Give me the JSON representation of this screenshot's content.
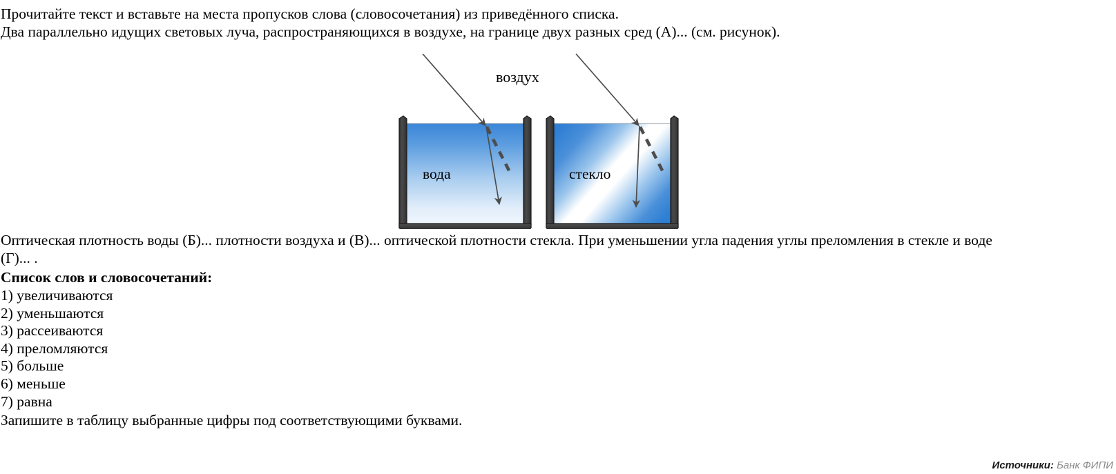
{
  "task": {
    "instruction_line_1": "Прочитайте текст и вставьте на места пропусков слова (словосочетания) из приведённого списка.",
    "instruction_line_2": "Два параллельно идущих световых луча, распространяющихся в воздухе, на границе двух разных сред (А)... (см. рисунок).",
    "paragraph_line_1": "Оптическая плотность воды (Б)... плотности воздуха и (В)... оптической плотности стекла. При уменьшении угла падения углы преломления в стекле и воде",
    "paragraph_line_2": "(Г)... .",
    "list_heading": "Список слов и словосочетаний:",
    "options": [
      "1) увеличиваются",
      "2) уменьшаются",
      "3) рассеиваются",
      "4) преломляются",
      "5) больше",
      "6) меньше",
      "7) равна"
    ],
    "final_instruction": "Запишите в таблицу выбранные цифры под соответствующими буквами."
  },
  "figure": {
    "air_label": "воздух",
    "tanks": [
      {
        "label": "вода",
        "medium": "water"
      },
      {
        "label": "стекло",
        "medium": "glass"
      }
    ],
    "colors": {
      "water_top": "#3a86d8",
      "water_bottom": "#eef4fb",
      "glass_blue": "#2f7fd4",
      "glass_highlight": "#ffffff",
      "wall_dark": "#3a3a3a",
      "wall_light": "#555555",
      "ray": "#4d4d4d"
    }
  },
  "footer": {
    "source_label": "Источники:",
    "source_value": "Банк ФИПИ"
  }
}
